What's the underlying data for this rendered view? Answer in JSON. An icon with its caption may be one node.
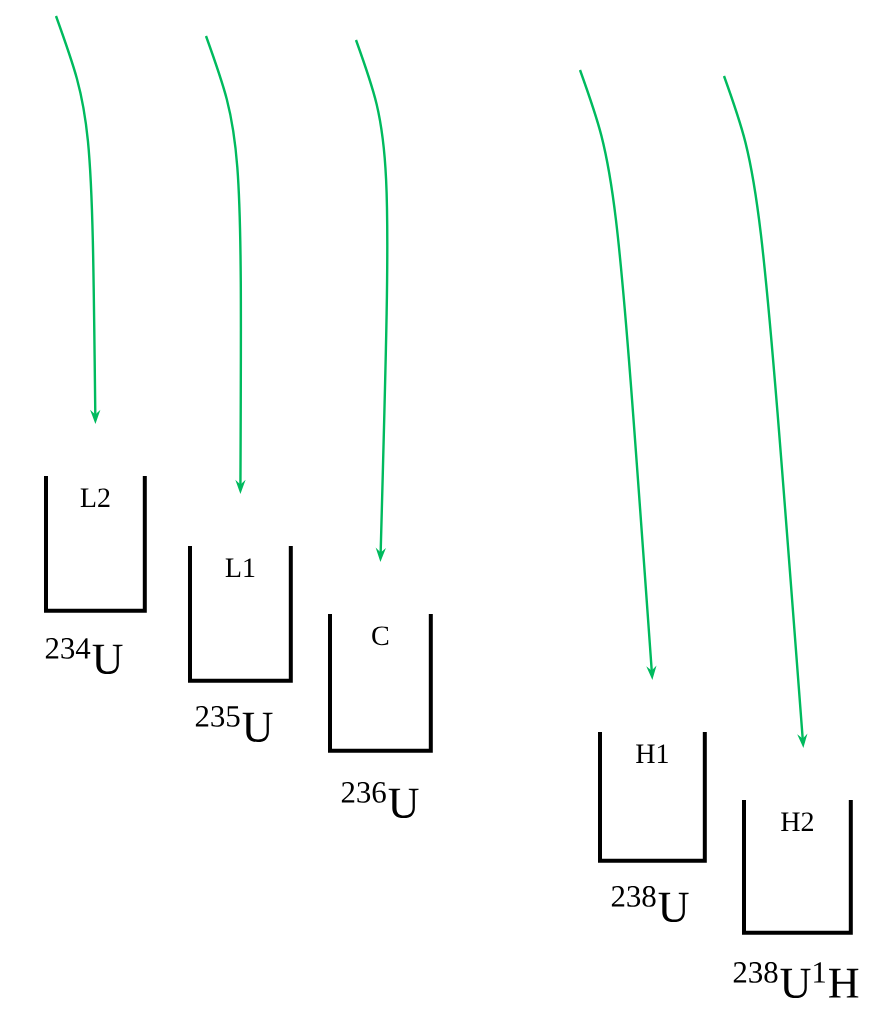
{
  "diagram": {
    "nodes": [
      {
        "text": [
          "L2"
        ],
        "beside": [
          "$^{234}$U"
        ]
      },
      {
        "text": [
          "L1"
        ],
        "beside": [
          "$^{235}$U"
        ]
      },
      {
        "text": [
          "C"
        ],
        "beside": [
          "$^{236}$U"
        ]
      },
      {
        "text": [
          "H1"
        ],
        "beside": [
          "$^{238}$U"
        ]
      },
      {
        "text": [
          "H2"
        ],
        "beside": [
          "$^{238}$U$^{1}$H"
        ]
      }
    ],
    "edges": [
      {
        "from": null,
        "to": 0,
        "arrow": "to"
      },
      {
        "from": null,
        "to": 1,
        "arrow": "to"
      },
      {
        "from": null,
        "to": 2,
        "arrow": "to"
      },
      {
        "from": null,
        "to": 3,
        "arrow": "to"
      },
      {
        "from": null,
        "to": 4,
        "arrow": "to"
      }
    ]
  }
}
